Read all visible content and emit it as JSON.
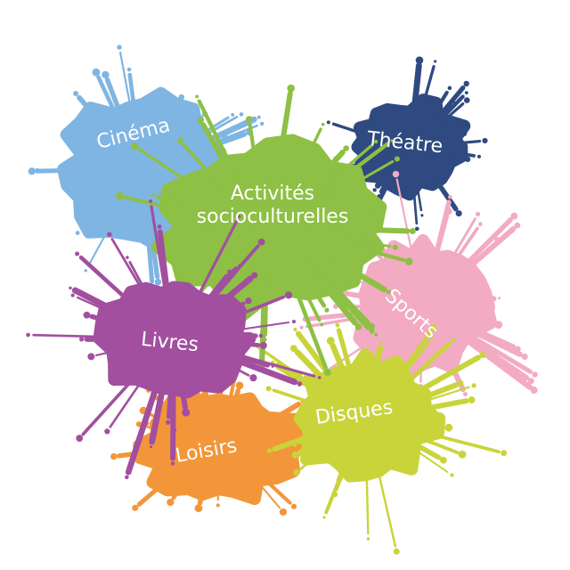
{
  "splashes": [
    {
      "id": "cinema",
      "label": "Cinéma",
      "color": "#7fb5e2"
    },
    {
      "id": "theatre",
      "label": "Théatre",
      "color": "#2f4a80"
    },
    {
      "id": "activites",
      "label_line1": "Activités",
      "label_line2": "socioculturelles",
      "color": "#8dc044"
    },
    {
      "id": "sports",
      "label": "Sports",
      "color": "#f2abc3"
    },
    {
      "id": "livres",
      "label": "Livres",
      "color": "#a24f9f"
    },
    {
      "id": "loisirs",
      "label": "Loisirs",
      "color": "#f3963a"
    },
    {
      "id": "disques",
      "label": "Disques",
      "color": "#c9d43b"
    }
  ]
}
